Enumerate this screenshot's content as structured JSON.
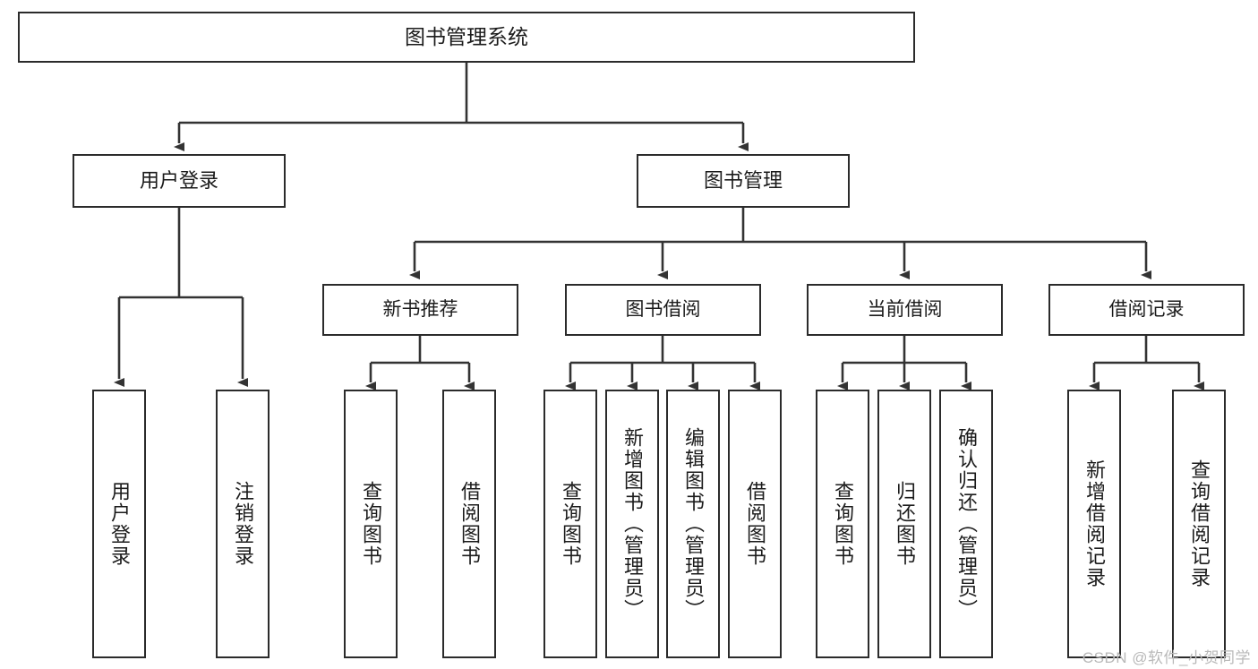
{
  "diagram": {
    "title": "图书管理系统",
    "watermark": "CSDN @软件_小贺同学",
    "colors": {
      "box_border": "#2b2b2b",
      "box_fill": "#ffffff",
      "edge": "#333333",
      "text": "#1b1b1b",
      "watermark": "#b9b9b9",
      "background": "#ffffff"
    },
    "root": {
      "label": "图书管理系统"
    },
    "level2": [
      {
        "label": "用户登录"
      },
      {
        "label": "图书管理"
      }
    ],
    "level3": [
      {
        "label": "新书推荐"
      },
      {
        "label": "图书借阅"
      },
      {
        "label": "当前借阅"
      },
      {
        "label": "借阅记录"
      }
    ],
    "leaves": {
      "user_login": [
        {
          "label": "用户登录"
        },
        {
          "label": "注销登录"
        }
      ],
      "new_book_recommend": [
        {
          "label": "查询图书"
        },
        {
          "label": "借阅图书"
        }
      ],
      "book_borrow": [
        {
          "label": "查询图书"
        },
        {
          "label": "新增图书（管理员）"
        },
        {
          "label": "编辑图书（管理员）"
        },
        {
          "label": "借阅图书"
        }
      ],
      "current_borrow": [
        {
          "label": "查询图书"
        },
        {
          "label": "归还图书"
        },
        {
          "label": "确认归还（管理员）"
        }
      ],
      "borrow_record": [
        {
          "label": "新增借阅记录"
        },
        {
          "label": "查询借阅记录"
        }
      ]
    }
  }
}
